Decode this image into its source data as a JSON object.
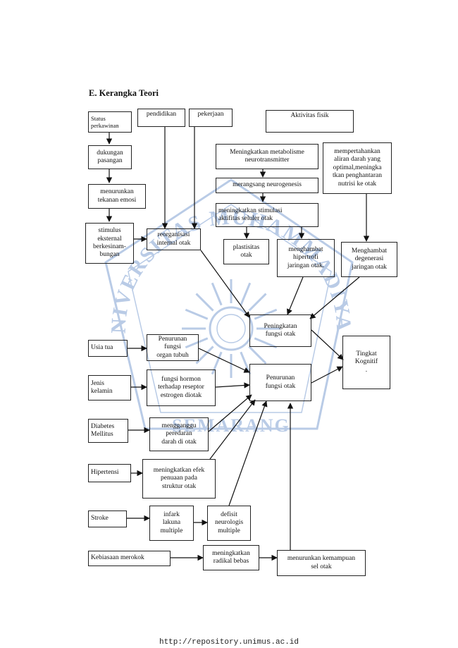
{
  "heading": "E.  Kerangka Teori",
  "watermark": {
    "text_top": "UNIVERSITAS MUHAMMADIYAH",
    "text_bottom": "SEMARANG",
    "color": "#b9cbe6",
    "icon": "university-seal-icon"
  },
  "nodes": {
    "status_perkawinan": "Status\nperkawinan",
    "pendidikan": "pendidikan",
    "pekerjaan": "pekerjaan",
    "aktivitas_fisik": "Aktivitas fisik",
    "dukungan_pasangan": "dukungan\npasangan",
    "meningkatkan_metabolisme": "Meningkatkan metabolisme\nneurotransmitter",
    "mempertahankan_aliran": "mempertahankan\naliran darah yang\noptimal,meningka\ntkan penghantaran\nnutrisi ke otak",
    "merangsang_neurogenesis": "merangsang neurogenesis",
    "menurunkan_tekanan_emosi": "menurunkan\ntekanan emosi",
    "meningkatkan_stimulasi": "meningkatkan stimulasi\naktifitas seluler otak",
    "stimulus_eksternal": "stimulus\neksternal\nberkesinam-\nbungan",
    "reorganisasi": "reorganisasi\ninternal otak",
    "plastisitas": "plastisitas\notak",
    "menghambat_hipertrofi": "menghambat\nhipertrofi\njaringan otak.",
    "menghambat_degenerasi": "Menghambat\ndegenerasi\njaringan otak",
    "peningkatan_fungsi": "Peningkatan\nfungsi otak",
    "tingkat_kognitif": "Tingkat\nKognitif\n.",
    "usia_tua": "Usia tua",
    "penurunan_fungsi_organ": "Penurunan fungsi\norgan tubuh",
    "penurunan_fungsi_otak": "Penurunan\nfungsi otak",
    "jenis_kelamin": "Jenis\nkelamin",
    "fungsi_hormon": "fungsi hormon\nterhadap reseptor\nestrogen diotak",
    "diabetes": "Diabetes\nMellitus",
    "mengganggu_peredaran": "mengganggu\nperedaran\ndarah di otak",
    "hipertensi": "Hipertensi",
    "efek_penuaan": "meningkatkan efek\npenuaan pada\nstruktur otak",
    "stroke": "Stroke",
    "infark_lakuna": "infark\nlakuna\nmultiple",
    "defisit_neurologis": "defisit\nneurologis\nmultiple",
    "kebiasaan_merokok": "Kebiasaan merokok",
    "radikal_bebas": "meningkatkan\nradikal bebas",
    "kemampuan_sel": "menurunkan kemampuan\nsel otak"
  },
  "footer_url": "http://repository.unimus.ac.id"
}
